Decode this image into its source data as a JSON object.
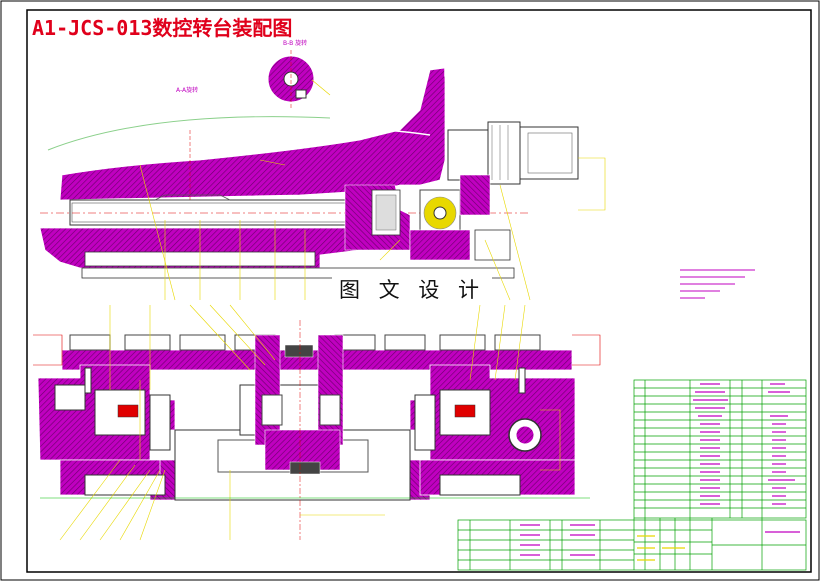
{
  "drawing": {
    "title": "A1-JCS-013数控转台装配图",
    "watermark": "图 文 设 计",
    "section_labels": {
      "section_bb": "B-B 旋转",
      "section_aa": "A-A旋转"
    }
  },
  "colors": {
    "frame": "#000000",
    "title_text": "#e0001b",
    "hatch": "#c000c0",
    "outline": "#ffffff",
    "leader": "#e8d800",
    "table_line": "#00a000",
    "centerline": "#e00000",
    "dimension": "#00c000"
  },
  "icons": {
    "hatch_pattern": "diagonal-hatch"
  }
}
